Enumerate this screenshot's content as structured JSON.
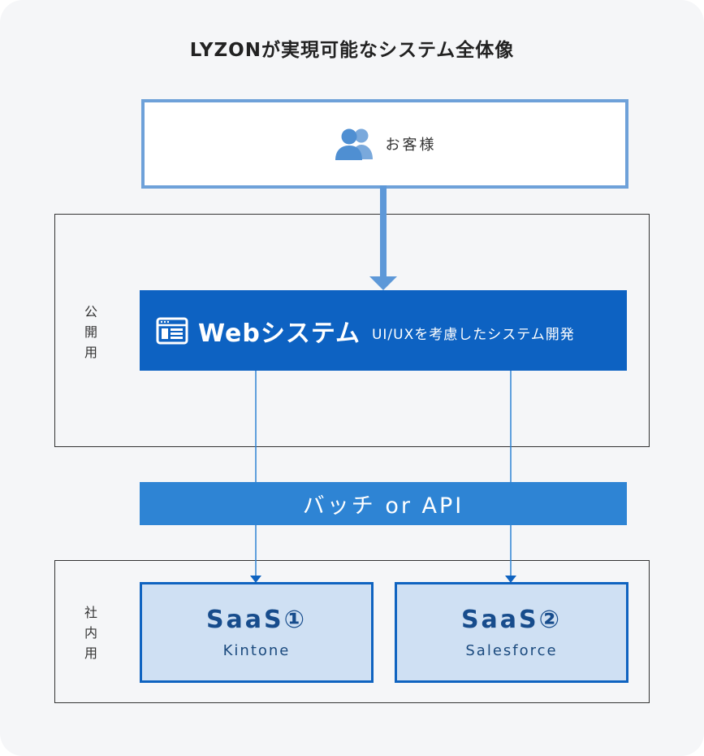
{
  "title": "LYZONが実現可能なシステム全体像",
  "customer": {
    "label": "お客様",
    "icon": "users-icon"
  },
  "zones": {
    "public": {
      "label": "公開用"
    },
    "internal": {
      "label": "社内用"
    }
  },
  "web_system": {
    "icon": "browser-window-icon",
    "title": "Webシステム",
    "subtitle": "UI/UXを考慮したシステム開発"
  },
  "batch": {
    "label": "バッチ or API"
  },
  "saas": [
    {
      "name": "SaaS①",
      "product": "Kintone"
    },
    {
      "name": "SaaS②",
      "product": "Salesforce"
    }
  ],
  "colors": {
    "background": "#f5f6f8",
    "customer_border": "#6ea1d9",
    "web_fill": "#0d62c2",
    "batch_fill": "#2e84d4",
    "saas_fill": "#cfe0f3",
    "saas_border": "#0f63c0",
    "connector": "#2e84d4"
  }
}
